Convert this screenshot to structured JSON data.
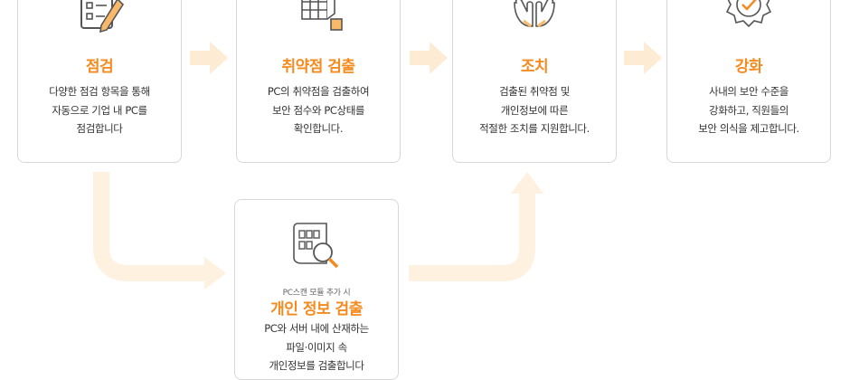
{
  "steps": [
    {
      "title": "점검",
      "lines": [
        "다양한 점검 항목을 통해",
        "자동으로 기업 내 PC를",
        "점검합니다"
      ],
      "icon": "checklist-pencil-icon"
    },
    {
      "title": "취약점 검출",
      "lines": [
        "PC의 취약점을 검출하여",
        "보안 점수와 PC상태를",
        "확인합니다."
      ],
      "icon": "cube-grid-icon"
    },
    {
      "title": "조치",
      "lines": [
        "검출된 취약점 및",
        "개인정보에 따른",
        "적절한 조치를 지원합니다."
      ],
      "icon": "hands-clap-icon"
    },
    {
      "title": "강화",
      "lines": [
        "사내의 보안 수준을",
        "강화하고, 직원들의",
        "보안 의식을 제고합니다."
      ],
      "icon": "badge-check-icon"
    }
  ],
  "extra": {
    "subtitle": "PC스캔 모듈 추가 시",
    "title": "개인 정보 검출",
    "lines": [
      "PC와 서버 내에 산재하는",
      "파일·이미지 속",
      "개인정보를 검출합니다"
    ],
    "icon": "document-magnifier-icon"
  },
  "colors": {
    "accent": "#f58a1e",
    "arrow": "#fde9cf",
    "arrow_light": "#fff1e0",
    "border": "#d8d8d8"
  }
}
